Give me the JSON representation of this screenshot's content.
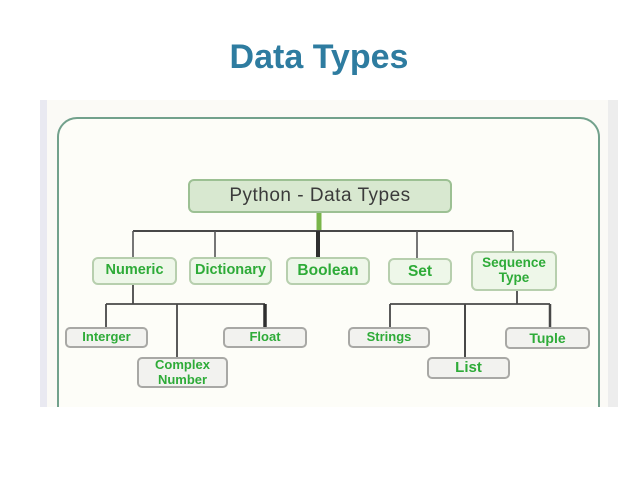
{
  "page": {
    "title": "Data Types"
  },
  "diagram": {
    "root": {
      "label": "Python - Data Types"
    },
    "level1": [
      {
        "id": "numeric",
        "label": "Numeric"
      },
      {
        "id": "dictionary",
        "label": "Dictionary"
      },
      {
        "id": "boolean",
        "label": "Boolean"
      },
      {
        "id": "set",
        "label": "Set"
      },
      {
        "id": "sequence-type",
        "label": "Sequence Type"
      }
    ],
    "numeric_children": [
      {
        "id": "interger",
        "label": "Interger"
      },
      {
        "id": "complex-number",
        "label": "Complex Number"
      },
      {
        "id": "float",
        "label": "Float"
      }
    ],
    "sequence_children": [
      {
        "id": "strings",
        "label": "Strings"
      },
      {
        "id": "list",
        "label": "List"
      },
      {
        "id": "tuple",
        "label": "Tuple"
      }
    ],
    "colors": {
      "title_text": "#2e7ca0",
      "frame_border": "#72a18c",
      "root_fill": "#d8e8d0",
      "root_border": "#9cc093",
      "root_text": "#3b3b3b",
      "category_fill": "#eef7e9",
      "category_border": "#b7cfae",
      "leaf_fill": "#f2f2ef",
      "leaf_border": "#a8a8a5",
      "node_green_text": "#2eab38",
      "connector_dark": "#484848",
      "connector_root_green": "#79b54a"
    }
  }
}
